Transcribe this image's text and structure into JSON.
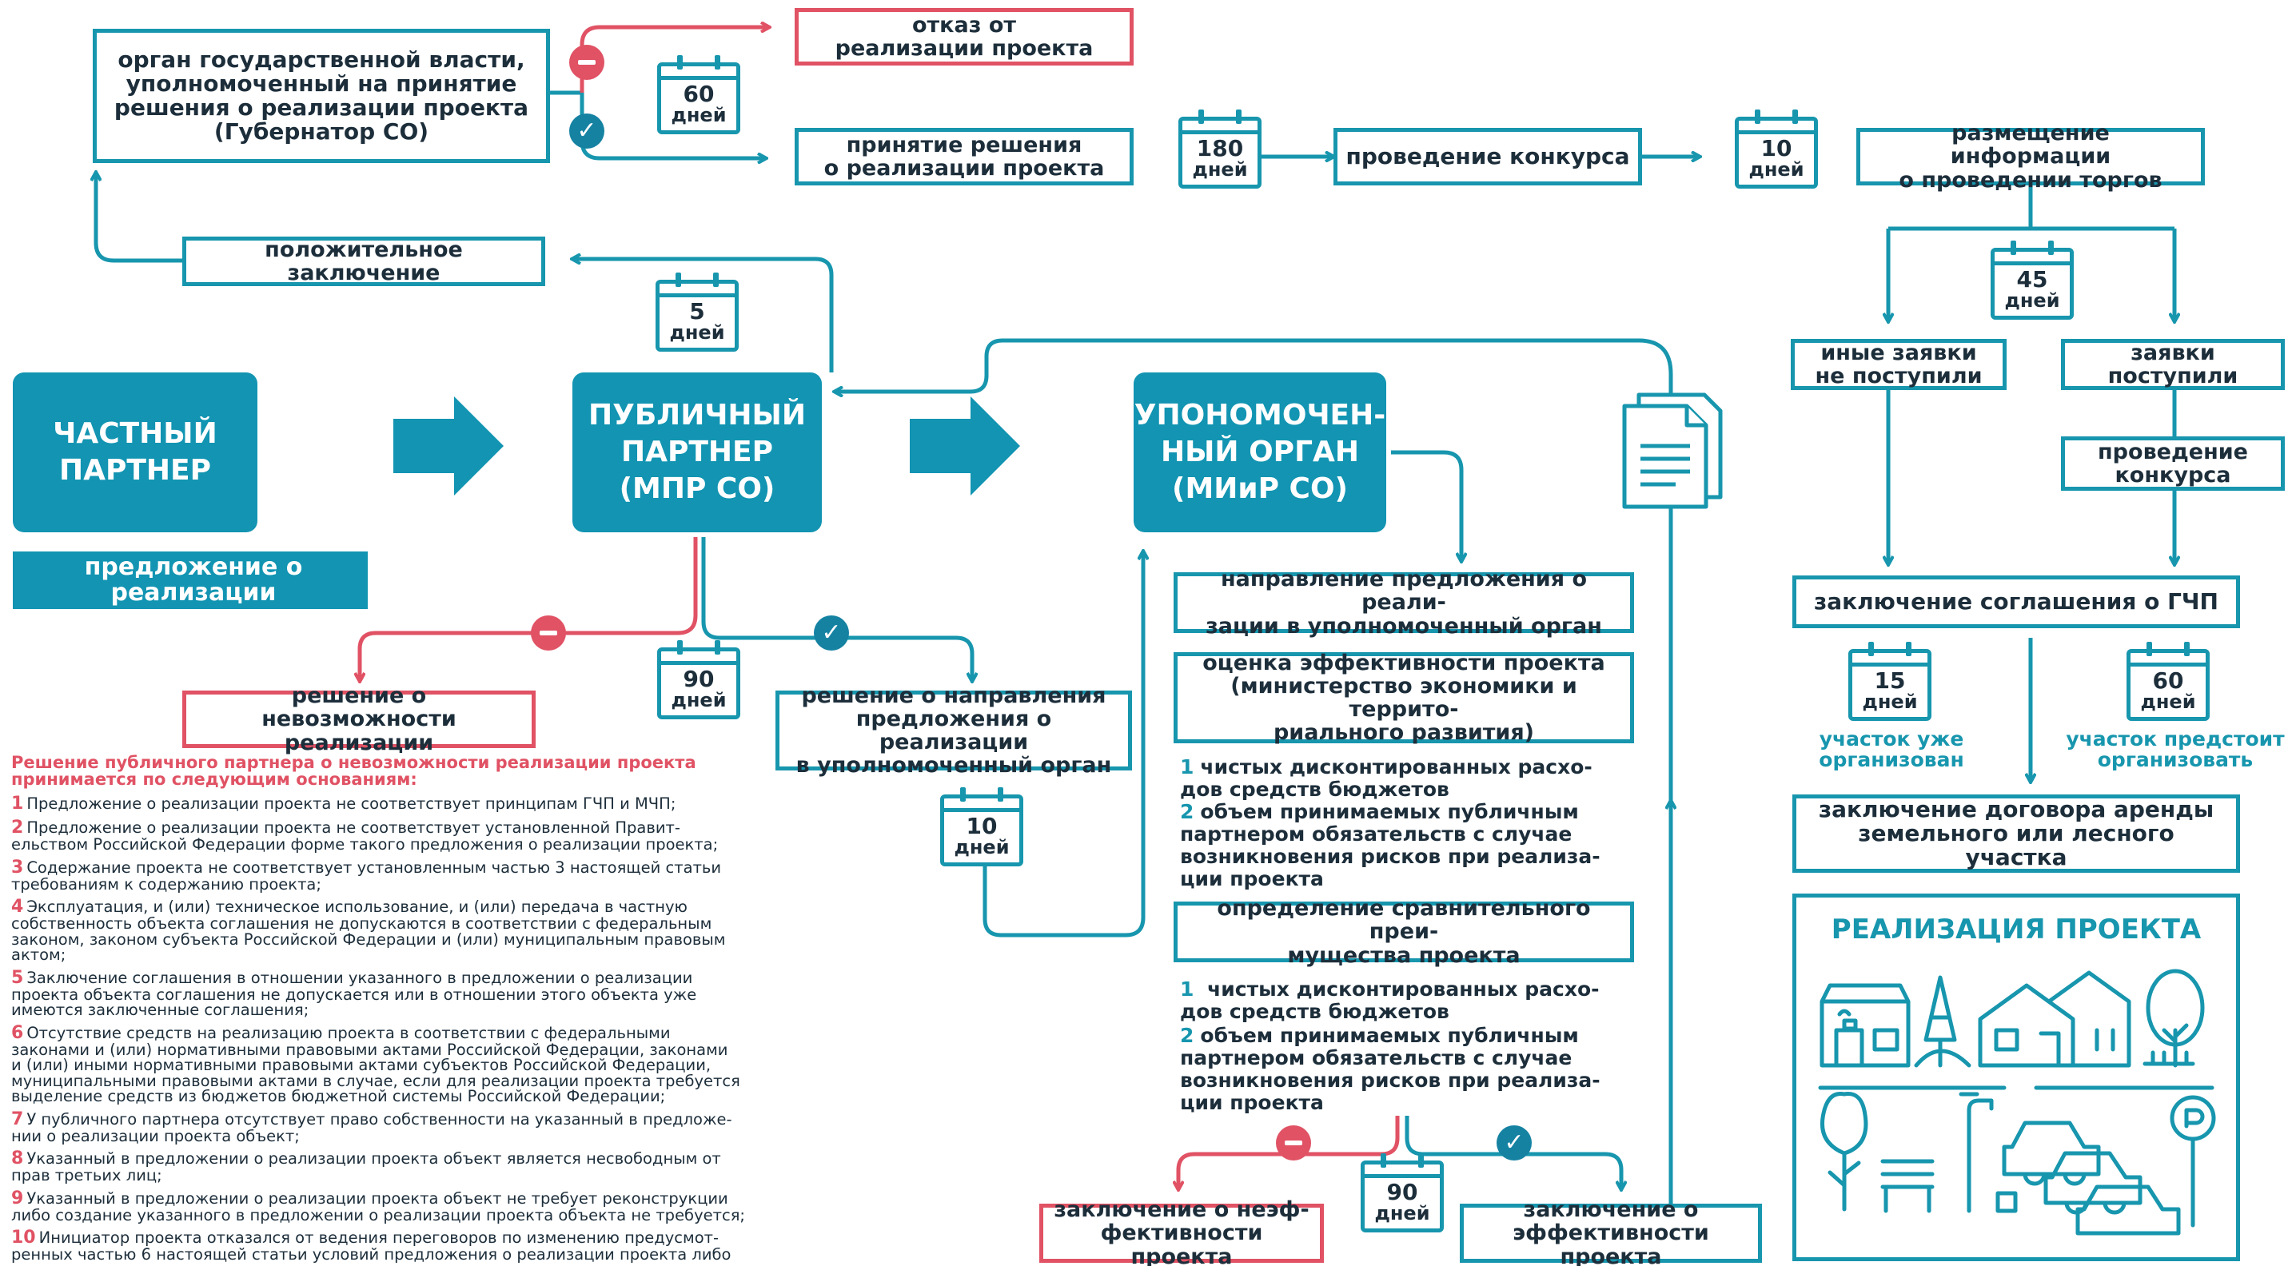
{
  "nodes": {
    "gov_authority": "орган государственной власти,\nуполномоченный  на принятие\nрешения о реализации проекта\n(Губернатор СО)",
    "refusal": "отказ от\nреализации проекта",
    "acceptance": "принятие решения\nо реализации проекта",
    "contest": "проведение конкурса",
    "tender_info": "размещение информации\nо проведении торгов",
    "positive_conclusion": "положительное заключение",
    "private_partner": "ЧАСТНЫЙ\nПАРТНЕР",
    "proposal": "предложение о реализации",
    "public_partner": "ПУБЛИЧНЫЙ\nПАРТНЕР\n(МПР СО)",
    "authorized_body": "УПОНОМОЧЕН-\nНЫЙ ОРГАН\n(МИиР СО)",
    "no_other_bids": "иные заявки\nне поступили",
    "bids_received": "заявки\nпоступили",
    "contest2": "проведение\nконкурса",
    "ppp_agreement": "заключение соглашения о ГЧП",
    "impossibility": "решение о невозможности\nреализации",
    "forwarding": "решение о направления\nпредложения о реализации\nв уполномоченный орган",
    "sending": "направление предложения о реали-\nзации в уполномоченный орган",
    "efficiency": "оценка эффективности проекта\n(министерство экономики и террито-\nриального развития)",
    "comparative": "определение сравнительного преи-\nмущества проекта",
    "inefficiency_conclusion": "заключение о неэф-\nфективности проекта",
    "efficiency_conclusion": "заключение о\nэффективности проекта",
    "lease": "заключение договора аренды\nземельного или лесного участка"
  },
  "durations": {
    "d60_top": {
      "num": "60",
      "unit": "дней"
    },
    "d180": {
      "num": "180",
      "unit": "дней"
    },
    "d10_top": {
      "num": "10",
      "unit": "дней"
    },
    "d5": {
      "num": "5",
      "unit": "дней"
    },
    "d45": {
      "num": "45",
      "unit": "дней"
    },
    "d90_left": {
      "num": "90",
      "unit": "дней"
    },
    "d10_mid": {
      "num": "10",
      "unit": "дней"
    },
    "d90_bottom": {
      "num": "90",
      "unit": "дней"
    },
    "d15": {
      "num": "15",
      "unit": "дней"
    },
    "d60_right": {
      "num": "60",
      "unit": "дней"
    }
  },
  "plot_notes": {
    "organized": "участок уже\nорганизован",
    "to_be_organized": "участок предстоит\nорганизовать"
  },
  "efficiency_criteria": [
    {
      "num": "1",
      "text": "чистых дисконтированных расхо-\nдов средств бюджетов"
    },
    {
      "num": "2",
      "text": "объем принимаемых публичным\nпартнером обязательств с случае\nвозникновения рисков при реализа-\nции проекта"
    }
  ],
  "comparative_criteria": [
    {
      "num": "1",
      "text": "  чистых дисконтированных расхо-\nдов средств бюджетов"
    },
    {
      "num": "2",
      "text": "объем принимаемых публичным\nпартнером обязательств с случае\nвозникновения рисков при реализа-\nции проекта"
    }
  ],
  "reasons": {
    "heading": "Решение публичного партнера о невозможности реализации проекта\nпринимается по следующим основаниям:",
    "items": [
      {
        "num": "1",
        "text": "Предложение о реализации проекта не соответствует принципам ГЧП и МЧП;"
      },
      {
        "num": "2",
        "text": "Предложение о реализации проекта не соответствует установленной Правит-\nельством Российской Федерации форме такого предложения о реализации проекта;"
      },
      {
        "num": "3",
        "text": "Содержание проекта не соответствует установленным частью 3 настоящей статьи\nтребованиям к содержанию проекта;"
      },
      {
        "num": "4",
        "text": "Эксплуатация, и (или) техническое использование, и (или) передача в частную\nсобственность объекта соглашения не допускаются в соответствии с федеральным\nзаконом, законом субъекта Российской Федерации и (или) муниципальным правовым\nактом;"
      },
      {
        "num": "5",
        "text": "Заключение соглашения в отношении указанного в предложении о реализации\nпроекта объекта соглашения не допускается или в отношении этого объекта уже\nимеются заключенные соглашения;"
      },
      {
        "num": "6",
        "text": "Отсутствие средств на реализацию проекта в соответствии с федеральными\nзаконами и (или) нормативными правовыми актами Российской Федерации, законами\nи (или) иными нормативными правовыми актами субъектов Российской Федерации,\nмуниципальными правовыми актами в случае, если для реализации проекта требуется\nвыделение средств из бюджетов бюджетной системы Российской Федерации;"
      },
      {
        "num": "7",
        "text": "У публичного партнера отсутствует право собственности на указанный в предложе-\nнии о реализации проекта объект;"
      },
      {
        "num": "8",
        "text": "Указанный в предложении о реализации проекта объект является несвободным от\nправ третьих лиц;"
      },
      {
        "num": "9",
        "text": "Указанный в предложении о реализации проекта объект не требует реконструкции\nлибо создание указанного в предложении о реализации проекта объекта не требуется;"
      },
      {
        "num": "10",
        "text": "Инициатор проекта отказался от ведения переговоров по изменению предусмот-\nренных частью 6 настоящей статьи условий предложения о реализации проекта либо\nв результате переговоров стороны не достигли согласия по этим условиям."
      }
    ]
  },
  "realization": {
    "title": "РЕАЛИЗАЦИЯ ПРОЕКТА"
  },
  "colors": {
    "primary": "#1796ae",
    "fill": "#1294b2",
    "accent_red": "#e05264",
    "text": "#1d2e3b"
  }
}
